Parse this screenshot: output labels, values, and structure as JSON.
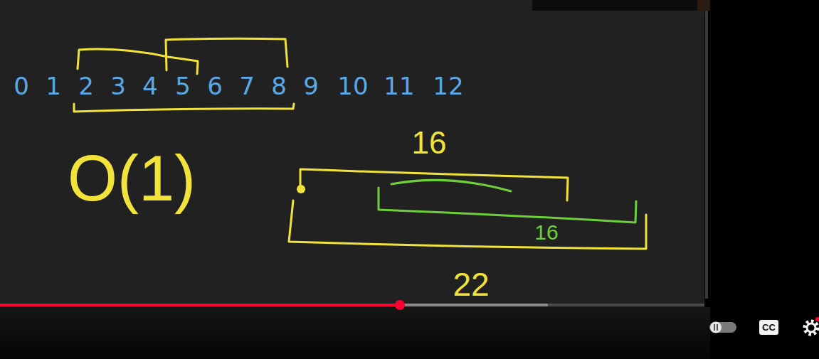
{
  "diagram": {
    "labels": [
      "0",
      "1",
      "2",
      "3",
      "4",
      "5",
      "6",
      "7",
      "8",
      "9",
      "10",
      "11",
      "12",
      "O(1)",
      "16",
      "16",
      "22",
      "CC"
    ]
  }
}
